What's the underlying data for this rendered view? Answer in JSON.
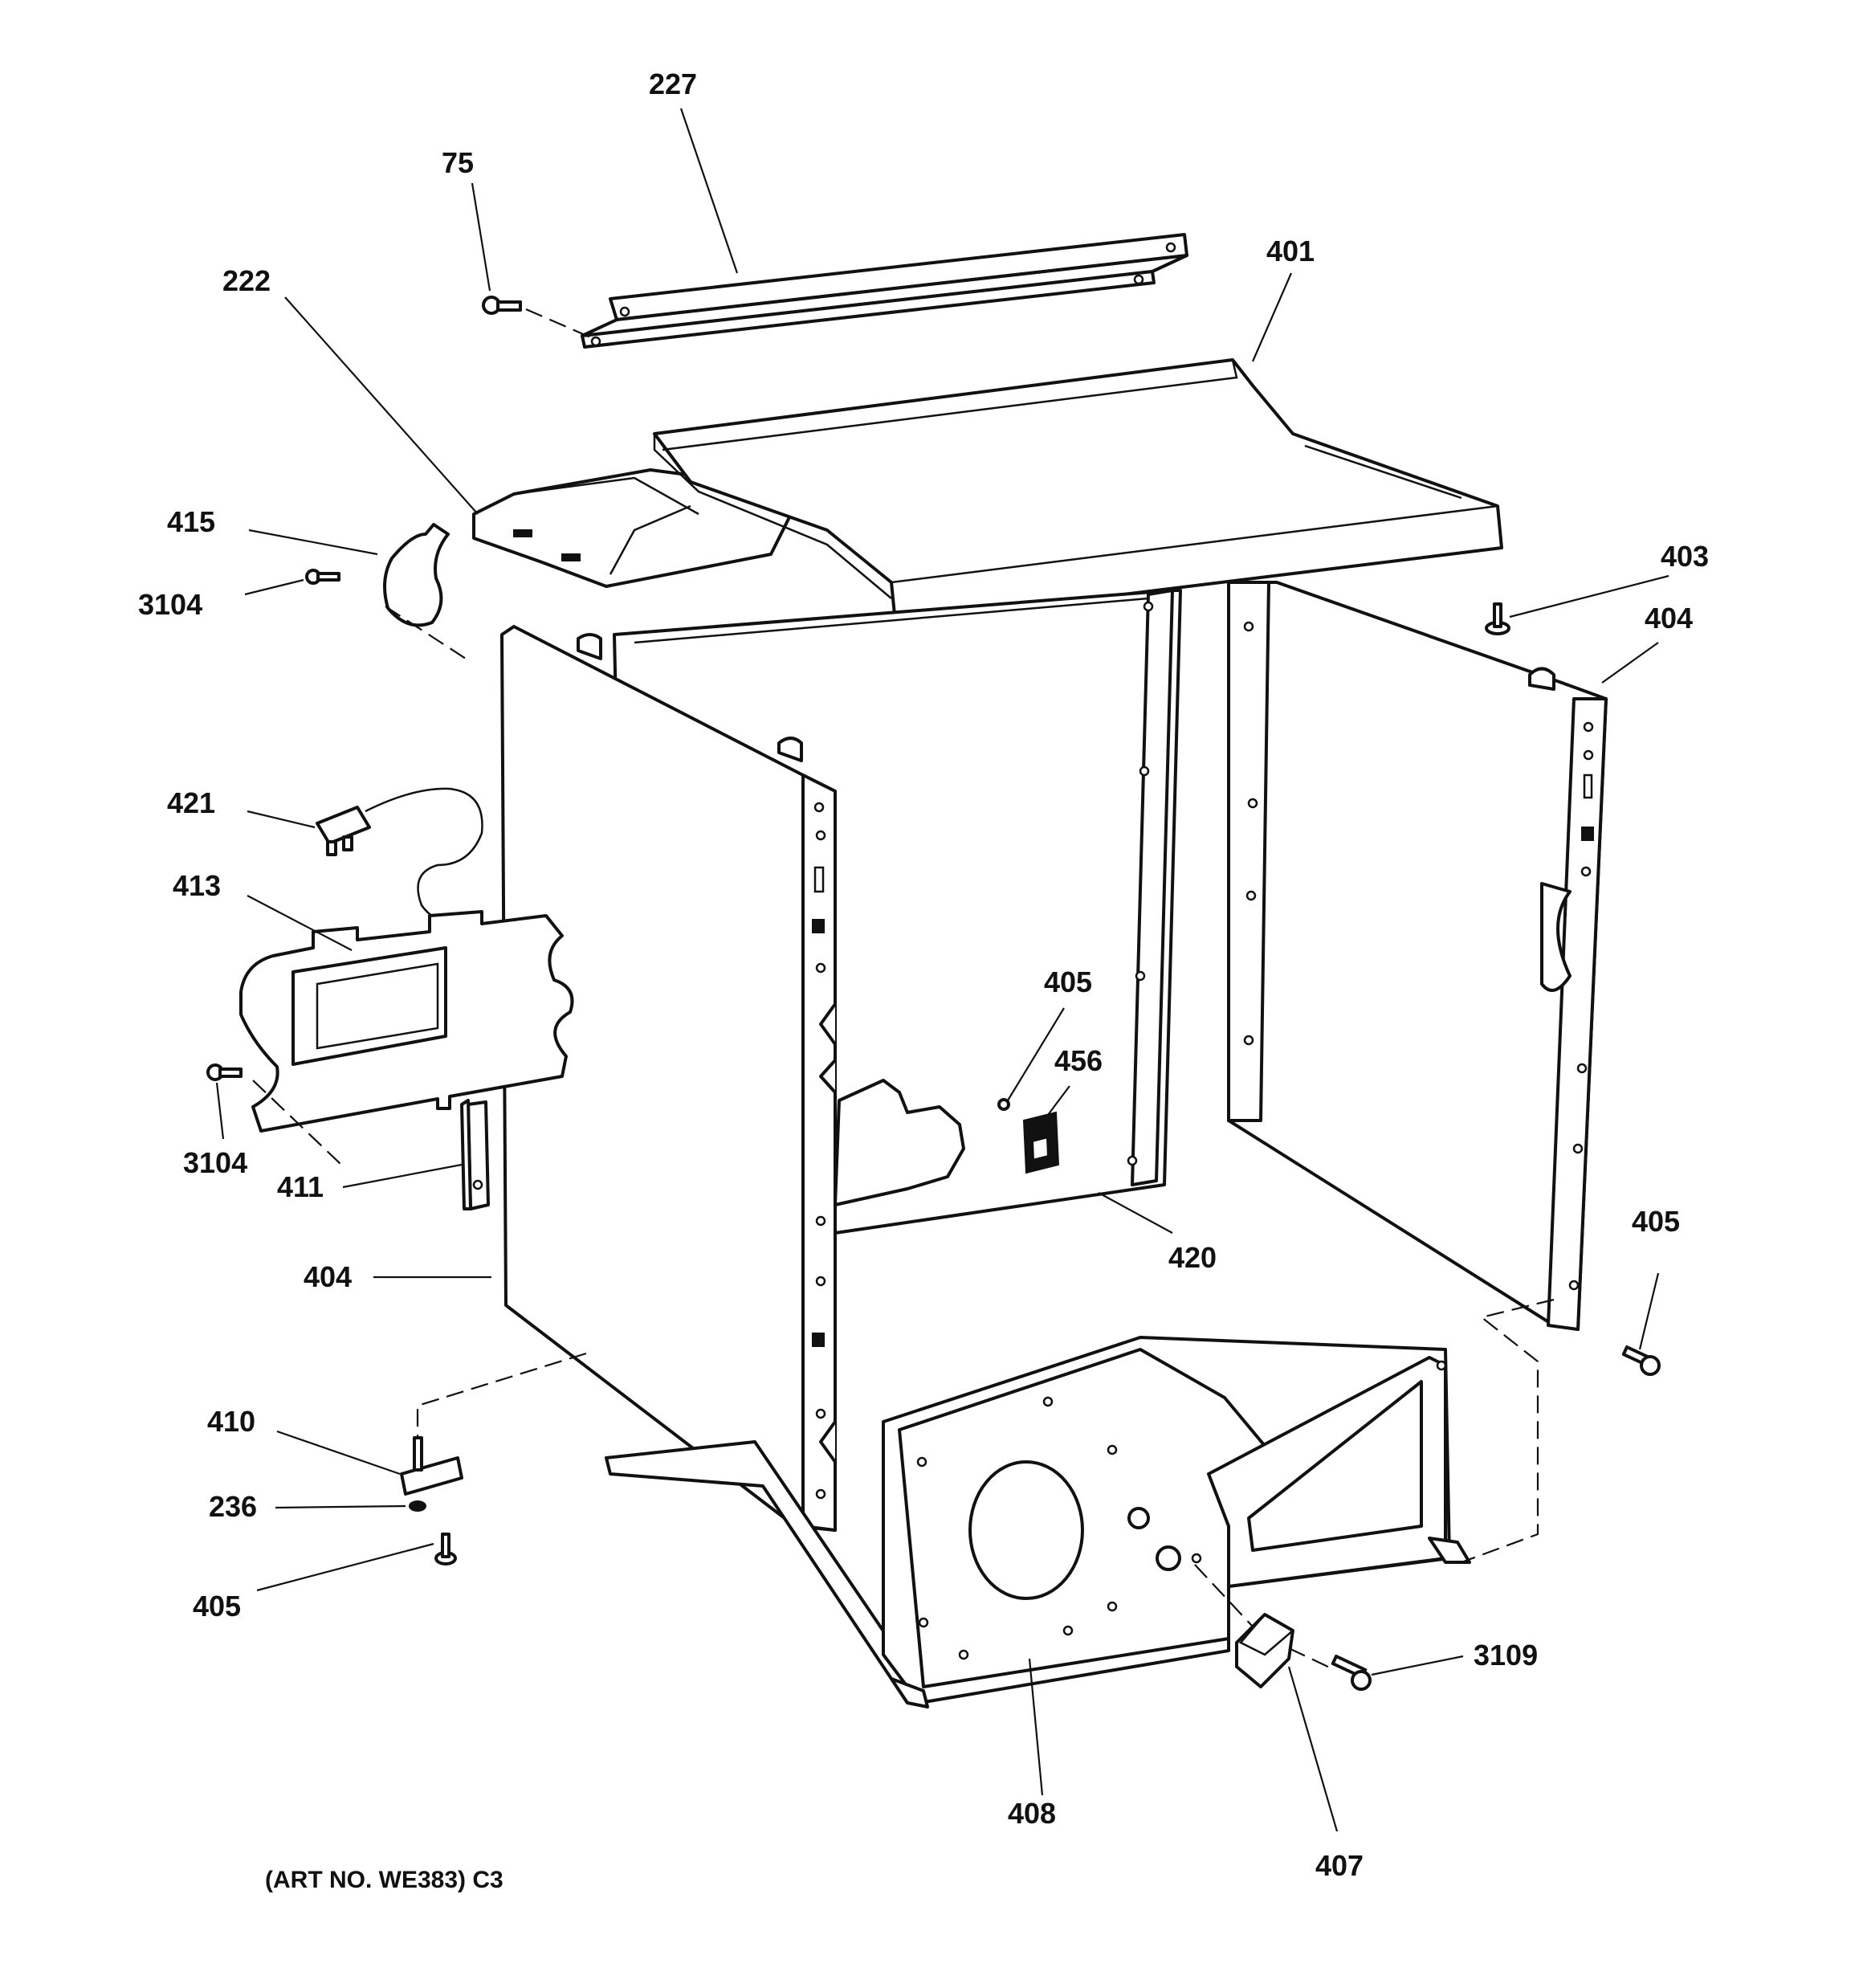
{
  "caption": "(ART NO. WE383) C3",
  "labels": {
    "p227": "227",
    "p75": "75",
    "p222": "222",
    "p401": "401",
    "p415": "415",
    "p3104_top": "3104",
    "p403": "403",
    "p404_right": "404",
    "p421": "421",
    "p413": "413",
    "p405_mid": "405",
    "p456": "456",
    "p3104_bottom": "3104",
    "p411": "411",
    "p420": "420",
    "p405_right": "405",
    "p404_left": "404",
    "p410": "410",
    "p236": "236",
    "p405_bottom": "405",
    "p3109": "3109",
    "p408": "408",
    "p407": "407"
  }
}
